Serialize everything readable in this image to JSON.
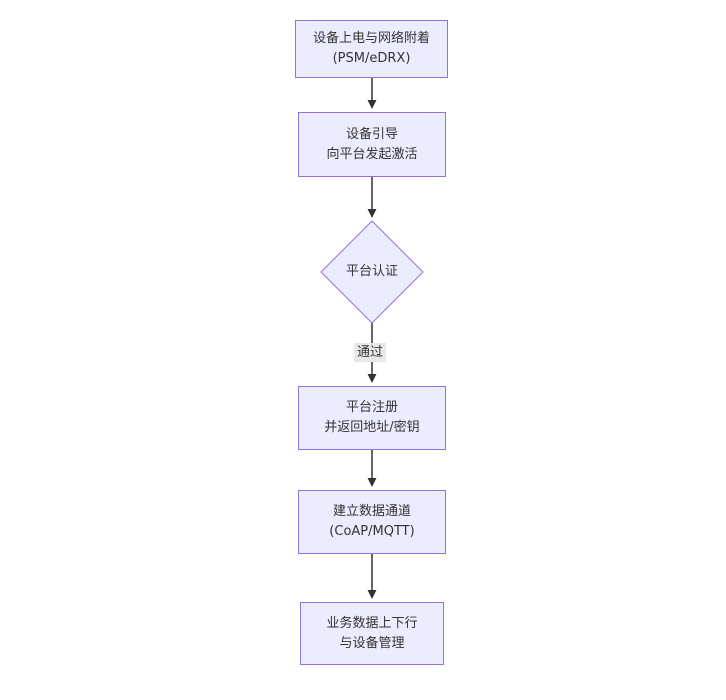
{
  "colors": {
    "background": "#ffffff",
    "node_fill": "#ececff",
    "node_border": "#9370db",
    "text": "#333333",
    "arrow": "#333333",
    "edge_label_bg": "#e8e8e8"
  },
  "flowchart": {
    "direction": "top-down",
    "nodes": [
      {
        "id": "power-attach",
        "shape": "rect",
        "lines": [
          "设备上电与网络附着",
          "(PSM/eDRX)"
        ]
      },
      {
        "id": "bootstrap",
        "shape": "rect",
        "lines": [
          "设备引导",
          "向平台发起激活"
        ]
      },
      {
        "id": "auth",
        "shape": "diamond",
        "lines": [
          "平台认证"
        ]
      },
      {
        "id": "register",
        "shape": "rect",
        "lines": [
          "平台注册",
          "并返回地址/密钥"
        ]
      },
      {
        "id": "channel",
        "shape": "rect",
        "lines": [
          "建立数据通道",
          "(CoAP/MQTT)"
        ]
      },
      {
        "id": "business",
        "shape": "rect",
        "lines": [
          "业务数据上下行",
          "与设备管理"
        ]
      }
    ],
    "edges": [
      {
        "from": "power-attach",
        "to": "bootstrap",
        "label": ""
      },
      {
        "from": "bootstrap",
        "to": "auth",
        "label": ""
      },
      {
        "from": "auth",
        "to": "register",
        "label": "通过"
      },
      {
        "from": "register",
        "to": "channel",
        "label": ""
      },
      {
        "from": "channel",
        "to": "business",
        "label": ""
      }
    ]
  }
}
